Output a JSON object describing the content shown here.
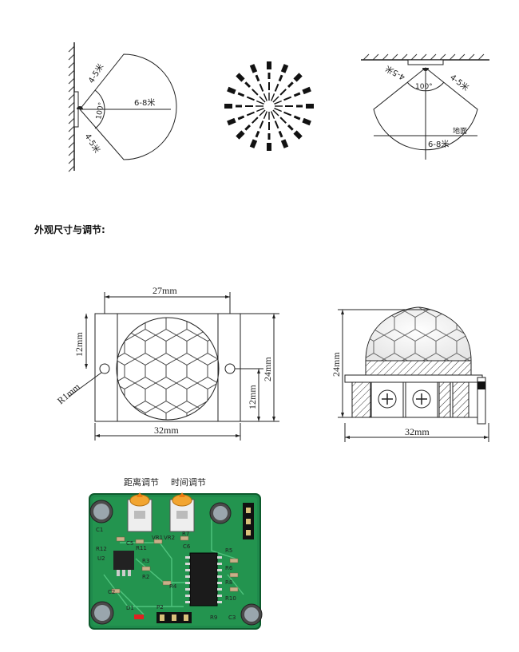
{
  "coverage": {
    "wall": {
      "range_top": "4-5米",
      "range_mid": "6-8米",
      "range_bottom": "4-5米",
      "angle": "100°"
    },
    "ceiling": {
      "range_left": "4-5米",
      "range_right": "4-5米",
      "angle": "100°",
      "floor": "地面",
      "range_bottom": "6-8米"
    }
  },
  "section_heading": "外观尺寸与调节:",
  "top_view": {
    "width_top": "27mm",
    "width_bottom": "32mm",
    "height_left": "12mm",
    "height_right_upper": "24mm",
    "height_right_lower": "12mm",
    "radius": "R1mm"
  },
  "side_view": {
    "height": "24mm",
    "width": "32mm"
  },
  "board": {
    "label_distance": "距离调节",
    "label_time": "时间调节",
    "silk": [
      "C1",
      "R12",
      "C5",
      "R11",
      "VR1",
      "VR2",
      "C6",
      "R7",
      "R4",
      "C2",
      "R2",
      "D1",
      "P2",
      "R9",
      "C3",
      "U2",
      "R3",
      "R5",
      "R6",
      "R8",
      "R10"
    ]
  }
}
